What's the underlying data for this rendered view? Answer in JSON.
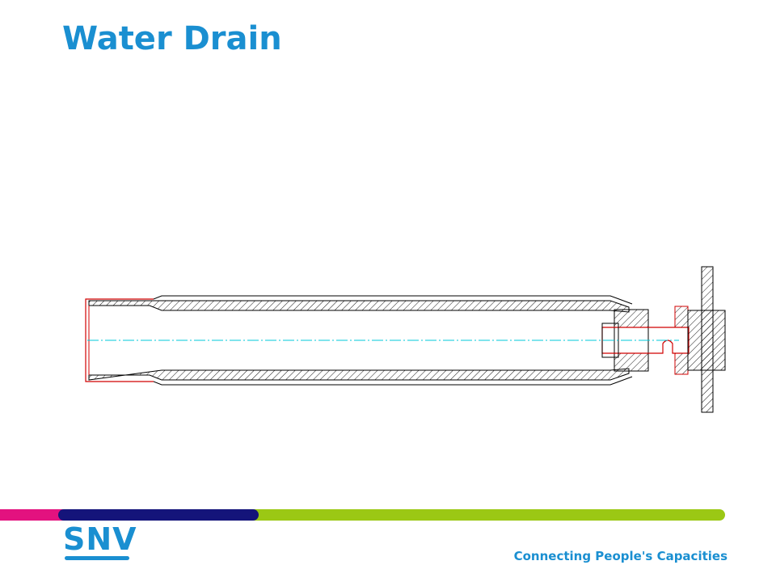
{
  "slide": {
    "title": "Water Drain"
  },
  "branding": {
    "logo_text": "SNV",
    "tagline": "Connecting People's Capacities"
  },
  "colors": {
    "title": "#1a8fd1",
    "brand_blue": "#1a8fd1",
    "bar_pink": "#e3127f",
    "bar_navy": "#14147a",
    "bar_green": "#9bc814",
    "outline_red": "#d00000",
    "centerline_cyan": "#00c8d8"
  },
  "icons": {
    "drawing": "water-drain-cross-section"
  }
}
